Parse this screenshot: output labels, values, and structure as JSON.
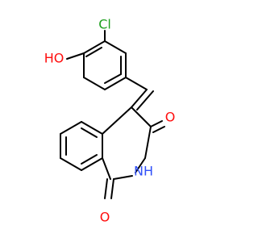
{
  "molecule": {
    "atoms": [
      {
        "id": "Cl",
        "label": "Cl",
        "color": "#1fa01f"
      },
      {
        "id": "HO",
        "label": "HO",
        "color": "#ff0d0d"
      },
      {
        "id": "O1",
        "label": "O",
        "color": "#ff0d0d"
      },
      {
        "id": "NH",
        "label": "NH",
        "color": "#3050f8"
      },
      {
        "id": "O2",
        "label": "O",
        "color": "#ff0d0d"
      }
    ],
    "bond_color": "#000000"
  }
}
